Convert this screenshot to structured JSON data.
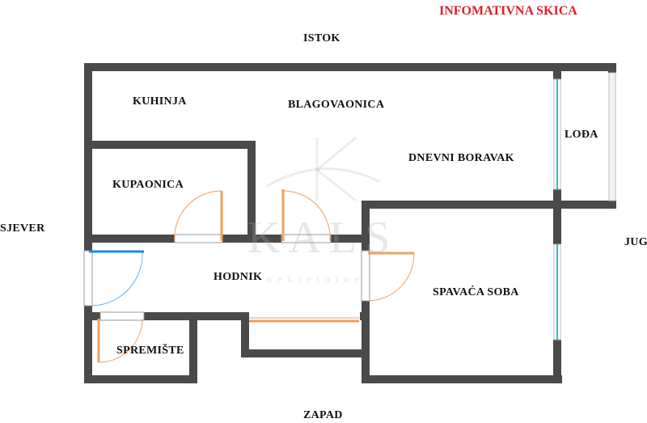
{
  "title": "INFOMATIVNA SKICA",
  "compass": {
    "north": "SJEVER",
    "east": "ISTOK",
    "south": "JUG",
    "west": "ZAPAD"
  },
  "rooms": {
    "kitchen": "KUHINJA",
    "dining": "BLAGOVAONICA",
    "living": "DNEVNI BORAVAK",
    "loggia": "LOĐA",
    "bathroom": "KUPAONICA",
    "hallway": "HODNIK",
    "bedroom": "SPAVAĆA SOBA",
    "storage": "SPREMIŠTE"
  },
  "watermark": {
    "brand": "KALS",
    "tagline": "nekretnine"
  },
  "colors": {
    "wall": "#4a4a4a",
    "title": "#e0202a",
    "door": "#f0a060",
    "entrance_door": "#1e88e5",
    "window": "#2bb6d6"
  }
}
